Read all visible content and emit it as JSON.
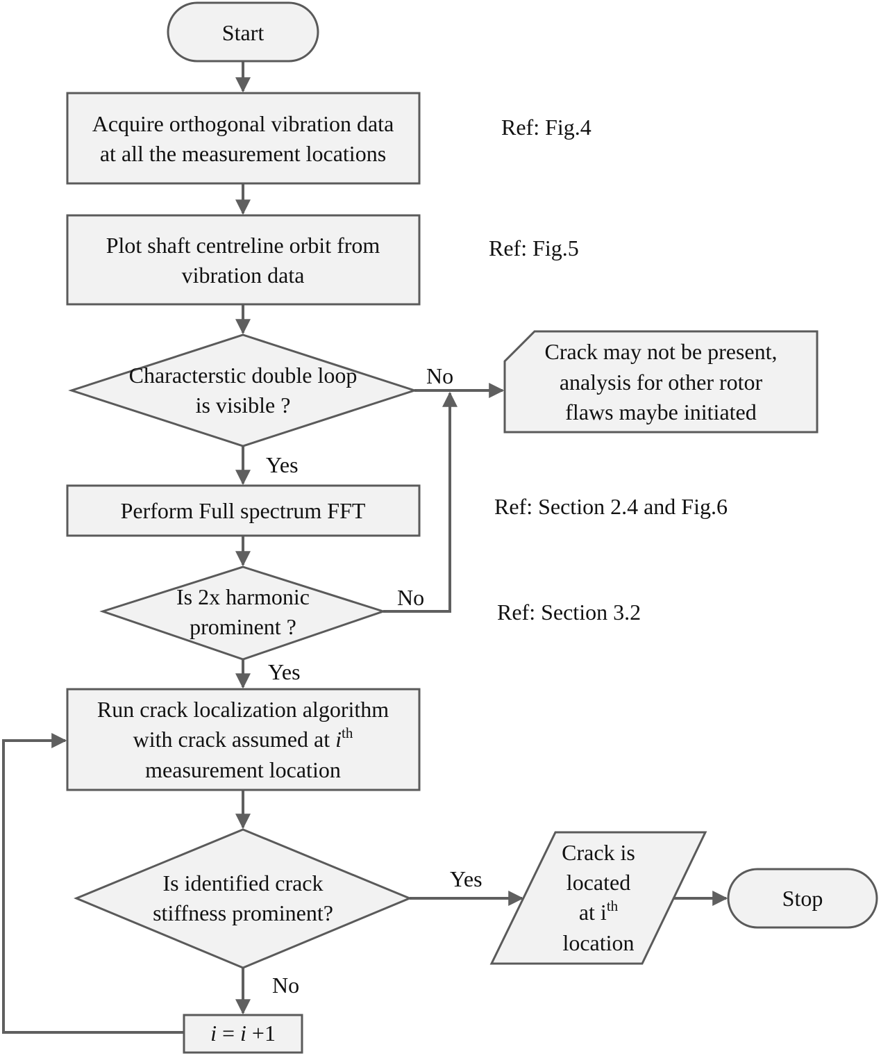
{
  "nodes": {
    "start": "Start",
    "acquire": [
      "Acquire orthogonal vibration data",
      "at all the measurement locations"
    ],
    "plot": [
      "Plot shaft centreline orbit from",
      "vibration data"
    ],
    "decision_loop": [
      "Characterstic double loop",
      "is visible ?"
    ],
    "no_crack": [
      "Crack may not be present,",
      "analysis for other rotor",
      "flaws maybe initiated"
    ],
    "fft": "Perform Full spectrum FFT",
    "decision_harmonic": [
      "Is 2x harmonic",
      "prominent ?"
    ],
    "run": {
      "line1": "Run crack localization algorithm",
      "line2": "with crack assumed at ",
      "var": "i",
      "sup": "th",
      "line3": "measurement location"
    },
    "decision_stiffness": [
      "Is identified crack",
      "stiffness prominent?"
    ],
    "located": {
      "line1": "Crack is",
      "line2": "located",
      "line3_pre": "at i",
      "sup": "th",
      "line4": "location"
    },
    "stop": "Stop",
    "increment": {
      "v1": "i",
      "op1": " = ",
      "v2": "i",
      "op2": " +1"
    }
  },
  "edge_labels": {
    "loop_no": "No",
    "loop_yes": "Yes",
    "harmonic_no": "No",
    "harmonic_yes": "Yes",
    "stiffness_yes": "Yes",
    "stiffness_no": "No"
  },
  "refs": {
    "acquire": "Ref: Fig.4",
    "plot": "Ref: Fig.5",
    "fft": "Ref: Section 2.4 and Fig.6",
    "harmonic": "Ref: Section 3.2"
  }
}
